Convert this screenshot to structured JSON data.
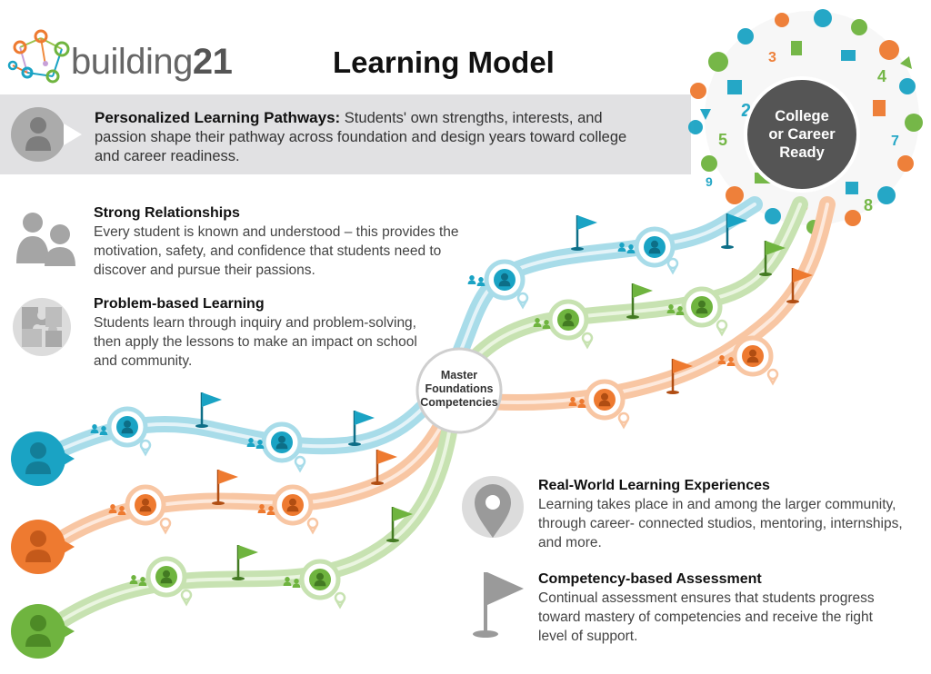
{
  "header": {
    "logo_word": "building",
    "logo_number": "21",
    "title": "Learning Model"
  },
  "pathways": {
    "heading": "Personalized Learning Pathways:",
    "text": "Students' own strengths, interests, and passion shape their pathway across foundation and design years toward college and career readiness."
  },
  "features": [
    {
      "id": "relationships",
      "icon": "people-icon",
      "heading": "Strong Relationships",
      "text": "Every student is known and understood – this provides the motivation, safety, and confidence that students need to discover and pursue their passions."
    },
    {
      "id": "problem",
      "icon": "puzzle-icon",
      "heading": "Problem-based Learning",
      "text": "Students learn through inquiry and problem-solving, then apply the lessons to make an impact on school and community."
    },
    {
      "id": "realworld",
      "icon": "location-pin-icon",
      "heading": "Real-World Learning Experiences",
      "text": "Learning takes place in and among the larger community, through career- connected studios, mentoring, internships, and more."
    },
    {
      "id": "competency",
      "icon": "flag-icon",
      "heading": "Competency-based Assessment",
      "text": "Continual assessment ensures that students progress toward mastery of competencies and receive the right level of support."
    }
  ],
  "milestone": {
    "line1": "Master",
    "line2": "Foundations",
    "line3": "Competencies"
  },
  "goal": {
    "line1": "College",
    "line2": "or Career",
    "line3": "Ready"
  },
  "colors": {
    "blue": "#1aa3c4",
    "blue_light": "#a8dce9",
    "orange": "#ee7a30",
    "orange_light": "#f8c6a3",
    "green": "#6fb43f",
    "green_light": "#c7e2b1",
    "gray": "#9a9a9a",
    "dark_circle": "#555555"
  }
}
